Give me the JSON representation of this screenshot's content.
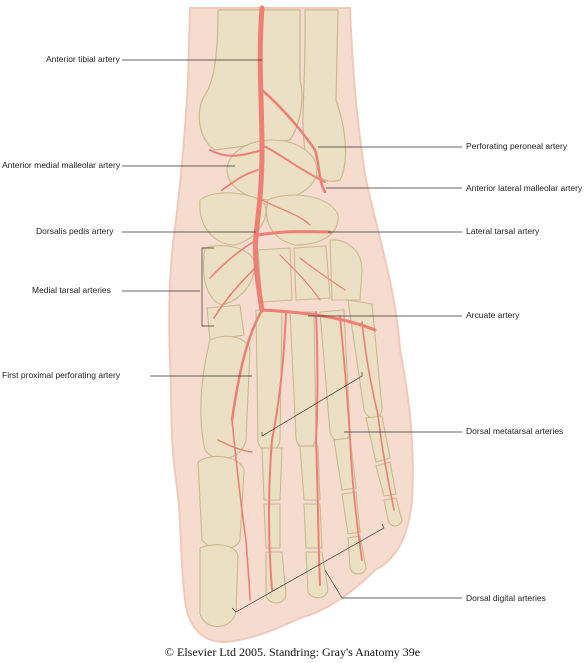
{
  "labels": {
    "anterior_tibial": "Anterior tibial artery",
    "anterior_medial_malleolar": "Anterior medial malleolar artery",
    "dorsalis_pedis": "Dorsalis pedis artery",
    "medial_tarsal": "Medial tarsal arteries",
    "first_proximal_perforating": "First proximal perforating artery",
    "perforating_peroneal": "Perforating peroneal artery",
    "anterior_lateral_malleolar": "Anterior lateral malleolar artery",
    "lateral_tarsal": "Lateral tarsal artery",
    "arcuate": "Arcuate artery",
    "dorsal_metatarsal": "Dorsal metatarsal arteries",
    "dorsal_digital": "Dorsal digital arteries"
  },
  "copyright": "© Elsevier Ltd 2005. Standring: Gray's Anatomy 39e",
  "colors": {
    "skin": "#f6dccf",
    "bone": "#ebe0c3",
    "bone_shadow": "#c9b98f",
    "artery": "#ef7f74"
  }
}
